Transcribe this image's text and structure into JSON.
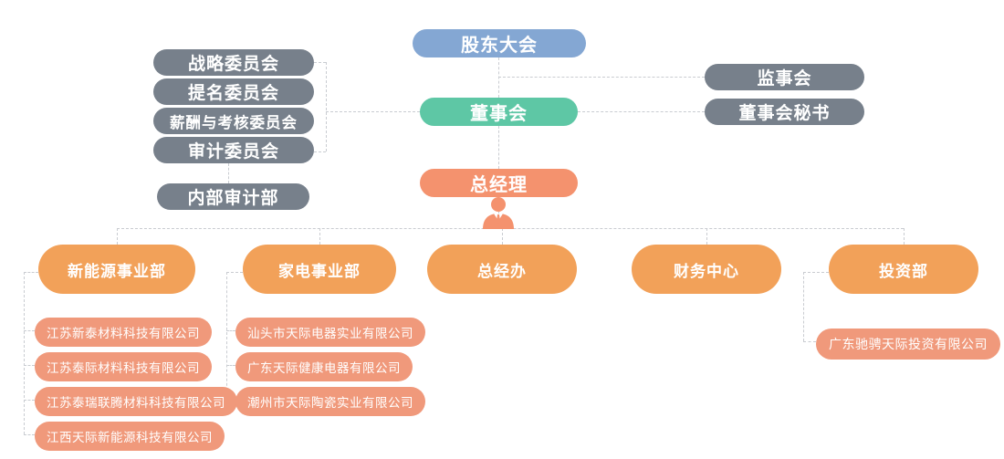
{
  "org": {
    "shareholders": "股东大会",
    "supervisory_board": "监事会",
    "board": "董事会",
    "board_secretary": "董事会秘书",
    "general_manager": "总经理",
    "committees": [
      "战略委员会",
      "提名委员会",
      "薪酬与考核委员会",
      "审计委员会"
    ],
    "internal_audit": "内部审计部",
    "departments": [
      "新能源事业部",
      "家电事业部",
      "总经办",
      "财务中心",
      "投资部"
    ],
    "subsidiaries": {
      "new_energy": [
        "江苏新泰材料科技有限公司",
        "江苏泰际材料科技有限公司",
        "江苏泰瑞联腾材料科技有限公司",
        "江西天际新能源科技有限公司"
      ],
      "home_appliance": [
        "汕头市天际电器实业有限公司",
        "广东天际健康电器有限公司",
        "潮州市天际陶瓷实业有限公司"
      ],
      "investment": [
        "广东驰骋天际投资有限公司"
      ]
    }
  },
  "icons": {
    "general_manager": "person-icon"
  },
  "colors": {
    "shareholders_blue": "#84A7D3",
    "board_teal": "#5EC7A5",
    "manager_orange": "#F4926E",
    "department_orange": "#F2A159",
    "subsidiary_salmon": "#F0997B",
    "committee_gray": "#77808B",
    "connector_gray": "#C9CCD1"
  }
}
